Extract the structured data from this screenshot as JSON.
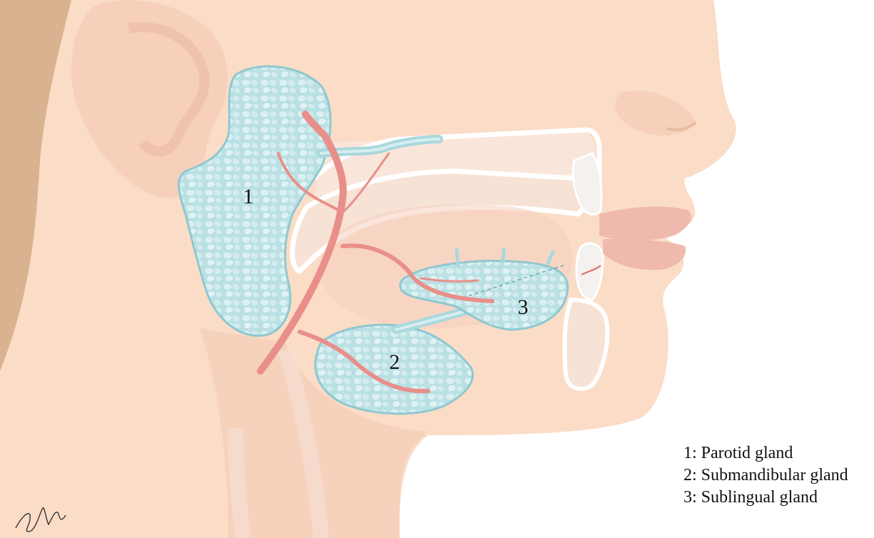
{
  "diagram": {
    "markers": [
      {
        "id": "1"
      },
      {
        "id": "2"
      },
      {
        "id": "3"
      }
    ],
    "legend": [
      "1: Parotid gland",
      "2: Submandibular gland",
      "3: Sublingual gland"
    ],
    "signature": "Sandy",
    "colors": {
      "skin": "#fbdcc7",
      "skin_shadow": "#f3c9b3",
      "hair": "#d9b28f",
      "gland_fill": "#b9e0e3",
      "gland_outline": "#8fc8cf",
      "artery": "#e98f8a",
      "lip": "#f0b9ad",
      "bone": "#f4f1ef"
    }
  }
}
